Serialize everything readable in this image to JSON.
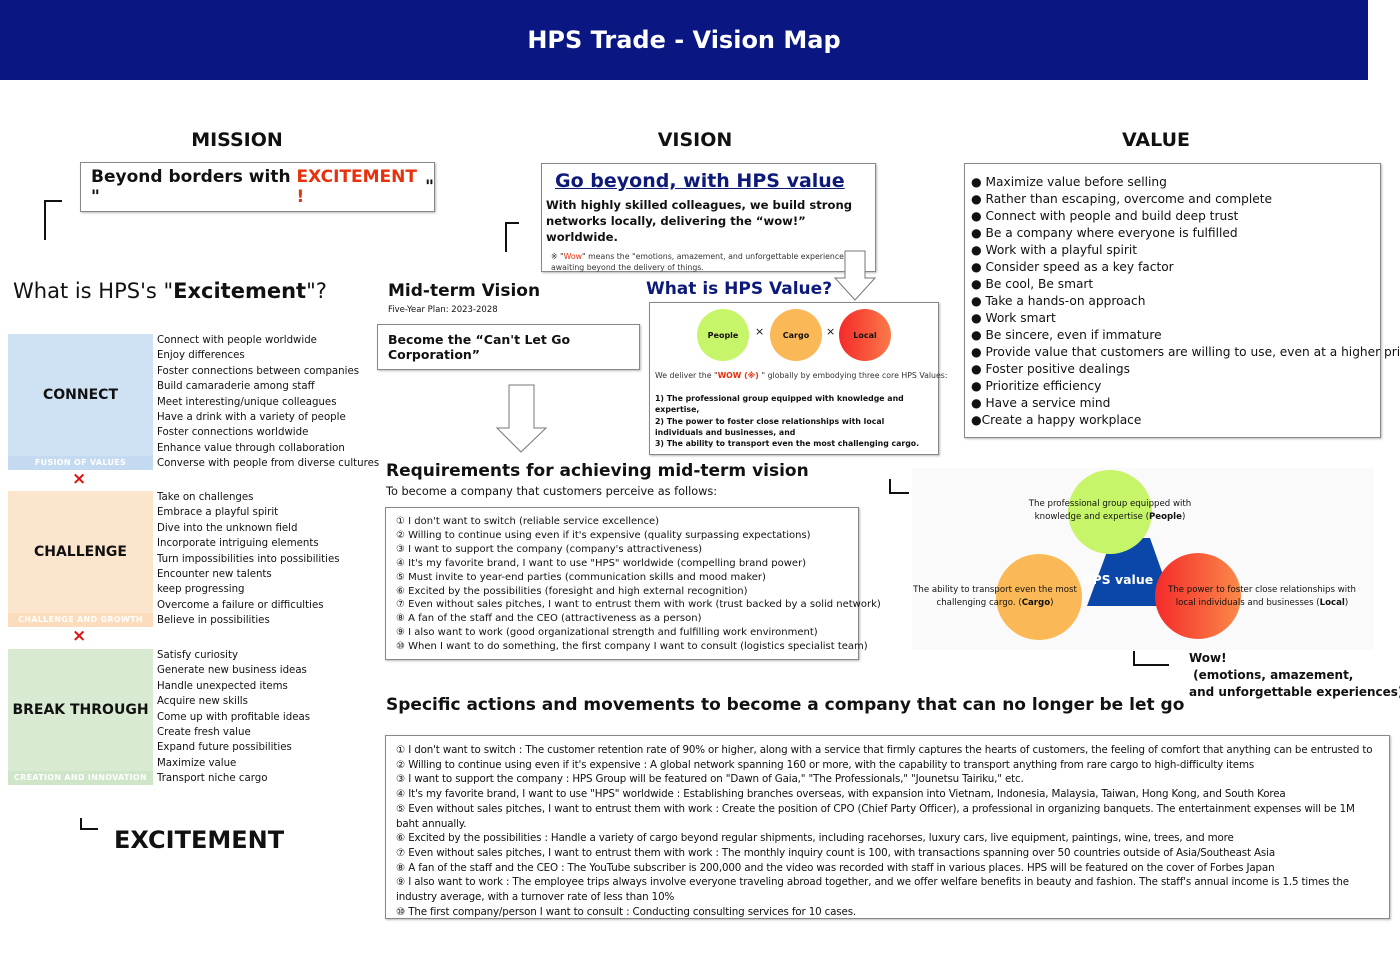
{
  "header": {
    "title": "HPS Trade - Vision Map"
  },
  "sections": {
    "mission": "MISSION",
    "vision": "VISION",
    "value": "VALUE"
  },
  "mission": {
    "prefix": "Beyond borders with \"",
    "highlight": "EXCITEMENT ! ",
    "suffix": "\""
  },
  "vision": {
    "title": "Go beyond, with HPS value",
    "statement": "With highly skilled colleagues, we build strong networks locally, delivering the “wow!” worldwide.",
    "note_mark": "※ \"",
    "note_wow": "Wow",
    "note_rest": "\" means the \"emotions, amazement, and unforgettable experiences\" awaiting beyond the delivery of things."
  },
  "values": [
    "● Maximize value before selling",
    "● Rather than escaping, overcome and complete",
    "● Connect with people and build deep trust",
    "● Be a company where everyone is fulfilled",
    "● Work with a playful spirit",
    "● Consider speed as a key factor",
    "● Be cool, Be smart",
    "● Take a hands-on approach",
    "● Work smart",
    "● Be sincere, even if immature",
    "● Provide value that customers are willing to use, even at a higher price",
    "● Foster positive dealings",
    "● Prioritize efficiency",
    "● Have a service mind",
    "●Create a happy workplace"
  ],
  "excitement": {
    "q_prefix": "What is HPS's \"",
    "q_bold": "Excitement",
    "q_suffix": "\"?",
    "footer": "EXCITEMENT",
    "cross": "×",
    "groups": [
      {
        "title": "CONNECT",
        "subtitle": "FUSION OF VALUES",
        "bg": "#cfe2f3",
        "strip": "#c4daf0",
        "items": [
          "Connect with people worldwide",
          "Enjoy differences",
          "Foster connections between companies",
          "Build camaraderie among staff",
          "Meet interesting/unique colleagues",
          "Have a drink with a variety of people",
          "Foster connections worldwide",
          "Enhance value through collaboration",
          "Converse with people from diverse cultures"
        ]
      },
      {
        "title": "CHALLENGE",
        "subtitle": "CHALLENGE AND GROWTH",
        "bg": "#fce5cd",
        "strip": "#fbdcbc",
        "items": [
          "Take on challenges",
          "Embrace a playful spirit",
          "Dive into the unknown field",
          "Incorporate intriguing elements",
          "Turn impossibilities into possibilities",
          "Encounter new talents",
          "keep progressing",
          "Overcome a failure or difficulties",
          "Believe in possibilities"
        ]
      },
      {
        "title": "BREAK THROUGH",
        "subtitle": "CREATION AND INNOVATION",
        "bg": "#d9ead3",
        "strip": "#cfe5c7",
        "items": [
          "Satisfy curiosity",
          "Generate new business ideas",
          "Handle unexpected items",
          "Acquire new skills",
          "Come up with profitable ideas",
          "Create fresh value",
          "Expand future possibilities",
          "Maximize value",
          "Transport niche cargo"
        ]
      }
    ]
  },
  "midterm": {
    "title": "Mid-term Vision",
    "plan": "Five-Year Plan: 2023-2028",
    "goal": "Become the “Can't Let Go Corporation”"
  },
  "hps_value": {
    "title": "What is HPS Value?",
    "circles": [
      "People",
      "Cargo",
      "Local"
    ],
    "times": "×",
    "lead_pre": "We deliver the \"",
    "lead_wow": "WOW (※) ",
    "lead_post": "\" globally by embodying three core HPS Values:",
    "points": [
      "1) The professional group equipped with knowledge and expertise,",
      "2) The power to foster close relationships with local individuals and businesses, and",
      "3) The ability to transport even the most challenging cargo."
    ]
  },
  "requirements": {
    "title": "Requirements for achieving mid-term vision",
    "subtitle": "To become a company that customers perceive as follows:",
    "items": [
      "① I don't want to switch (reliable service excellence)",
      "② Willing to continue using even if it's expensive (quality surpassing expectations)",
      "③ I want to support the company (company's attractiveness)",
      "④ It's my favorite brand, I want to use \"HPS\" worldwide (compelling brand power)",
      "⑤ Must invite to year-end parties (communication skills and mood maker)",
      "⑥ Excited by the possibilities (foresight and high external recognition)",
      "⑦ Even without sales pitches, I want to entrust them with work (trust backed by a solid network)",
      "⑧ A fan of the staff and the CEO (attractiveness as a person)",
      "⑨ I also want to work (good organizational strength and fulfilling work environment)",
      "⑩ When I want to do something, the first company I want to consult (logistics specialist team)"
    ]
  },
  "diagram": {
    "center": "HPS value",
    "people_text": "The professional group equipped with knowledge and expertise (",
    "people_bold": "People",
    "cargo_text": "The ability to transport even the  most challenging cargo. (",
    "cargo_bold": "Cargo",
    "local_text": "The power to foster close relationships with local individuals and businesses (",
    "local_bold": "Local",
    "close": ")",
    "wow": "Wow!",
    "wow_desc1": " (emotions, amazement,",
    "wow_desc2": "and unforgettable experiences)"
  },
  "actions": {
    "title": "Specific actions and movements to become a company that can no longer be let go",
    "items": [
      "① I don't want to switch : The customer retention rate of 90% or higher, along with a service that firmly captures the hearts of customers, the feeling of comfort that anything can be entrusted to",
      "② Willing to continue using even if it's expensive : A global network spanning 160 or more, with the capability to transport anything from rare cargo to high-difficulty items",
      "③ I want to support the company : HPS Group will be featured on \"Dawn of Gaia,\" \"The Professionals,\" \"Jounetsu Tairiku,\" etc.",
      "④ It's my favorite brand, I want to use \"HPS\" worldwide : Establishing branches overseas, with expansion into Vietnam, Indonesia, Malaysia, Taiwan, Hong Kong, and South Korea",
      "⑤ Even without sales pitches, I want to entrust them with work : Create the position of CPO (Chief Party Officer), a professional in organizing banquets. The entertainment expenses will be 1M baht annually.",
      "⑥ Excited by the possibilities : Handle a variety of cargo beyond regular shipments, including racehorses, luxury cars, live equipment, paintings, wine, trees, and more",
      "⑦ Even without sales pitches, I want to entrust them with work : The monthly inquiry count is 100, with transactions spanning over 50 countries outside of Asia/Southeast Asia",
      "⑧ A fan of the staff and the CEO : The YouTube subscriber is 200,000 and the video was recorded with staff in various places. HPS will be featured on the cover of Forbes Japan",
      "⑨ I also want to work : The employee trips always involve everyone traveling abroad together, and we offer welfare benefits in beauty and fashion. The staff's annual income is 1.5 times the industry average, with a turnover rate of less than 10%",
      "⑩ The first company/person I want to consult : Conducting consulting services for 10 cases."
    ]
  },
  "colors": {
    "header": "#0a1682",
    "accent_red": "#e8300c",
    "navy": "#0d1a7a",
    "people": "#c6f56a",
    "cargo": "#fbb856",
    "local": "#f43a2a",
    "triangle": "#0a47a8"
  }
}
